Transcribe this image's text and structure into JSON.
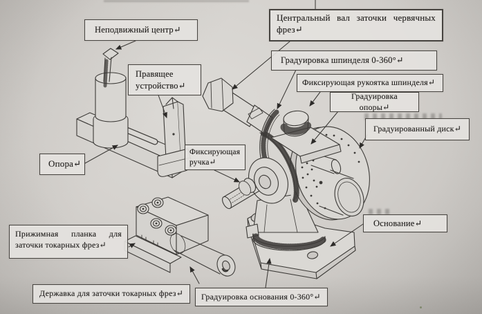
{
  "figure": {
    "description": "Изометрический чертёж заточного станка с выносками",
    "labels": [
      {
        "name": "fixed-center",
        "text": "Неподвижный центр↵"
      },
      {
        "name": "central-shaft",
        "text": "Центральный вал заточки червячных фрез↵"
      },
      {
        "name": "spindle-graduation",
        "text": "Градуировка шпинделя 0-360°↵"
      },
      {
        "name": "dressing-device",
        "text": "Правящее устройство↵"
      },
      {
        "name": "spindle-lock-handle",
        "text": "Фиксирующая рукоятка шпинделя↵"
      },
      {
        "name": "support-graduation",
        "text": "Градуировка опоры↵"
      },
      {
        "name": "graduated-disk",
        "text": "Градуированный диск↵"
      },
      {
        "name": "support",
        "text": "Опора↵"
      },
      {
        "name": "lock-knob",
        "text": "Фиксирующая ручка↵"
      },
      {
        "name": "clamping-bar",
        "text": "Прижимная планка для заточки токарных фрез↵"
      },
      {
        "name": "base",
        "text": "Основание↵"
      },
      {
        "name": "holder",
        "text": "Державка для заточки токарных фрез↵"
      },
      {
        "name": "base-graduation",
        "text": "Градуировка основания 0-360°↵"
      }
    ],
    "colors": {
      "paper": "#d5d2ce",
      "ink": "#3c3a37",
      "box_fill": "#e4e2de"
    }
  }
}
